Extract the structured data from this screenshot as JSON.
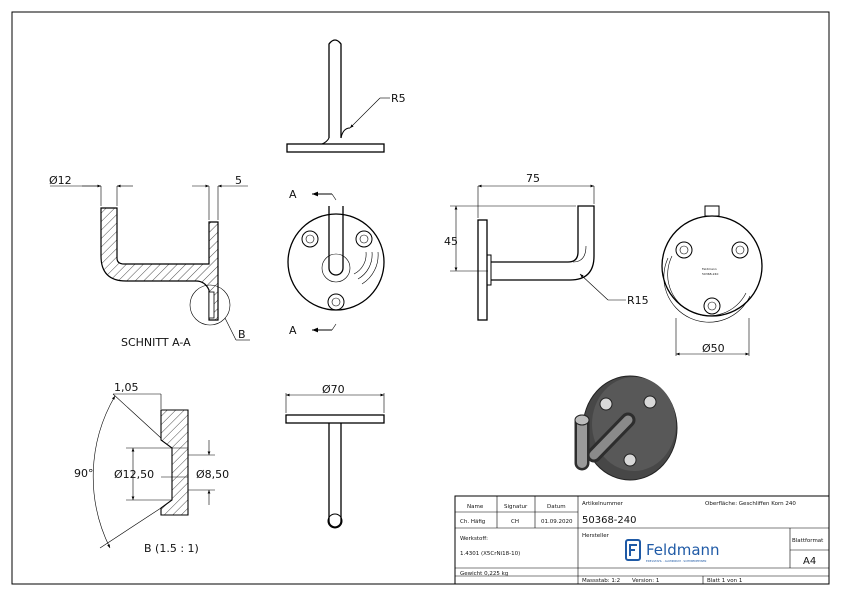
{
  "dimensions": {
    "dia12": "Ø12",
    "five": "5",
    "r5": "R5",
    "seventyfive": "75",
    "fortyfive": "45",
    "r15": "R15",
    "dia50": "Ø50",
    "dia70": "Ø70",
    "one05": "1,05",
    "ninety": "90°",
    "dia1250": "Ø12,50",
    "dia850": "Ø8,50"
  },
  "labels": {
    "section_a_top": "A",
    "section_a_bottom": "A",
    "schnitt": "SCHNITT A-A",
    "detail_marker": "B",
    "detail_title": "B (1.5 : 1)",
    "inner_text_1": "Feldmann",
    "inner_text_2": "50368-240"
  },
  "title_block": {
    "h_name": "Name",
    "h_signatur": "Signatur",
    "h_datum": "Datum",
    "v_name": "Ch. Häfig",
    "v_signatur": "CH",
    "v_datum": "01.09.2020",
    "h_artikel": "Artikelnummer",
    "artikel": "50368-240",
    "oberflaeche": "Oberfläche: Geschliffen Korn 240",
    "h_werkstoff": "Werkstoff:",
    "werkstoff": "1.4301 (X5CrNi18-10)",
    "h_hersteller": "Hersteller",
    "brand": "Feldmann",
    "brand_sub": "EDELSTAHL · ALUMINIUM · SCHMIEDEEISEN",
    "h_blattformat": "Blattformat",
    "blattformat": "A4",
    "gewicht": "Gewicht 0,225 kg",
    "massstab": "Massstab: 1:2",
    "version": "Version: 1",
    "blatt": "Blatt 1 von 1"
  }
}
